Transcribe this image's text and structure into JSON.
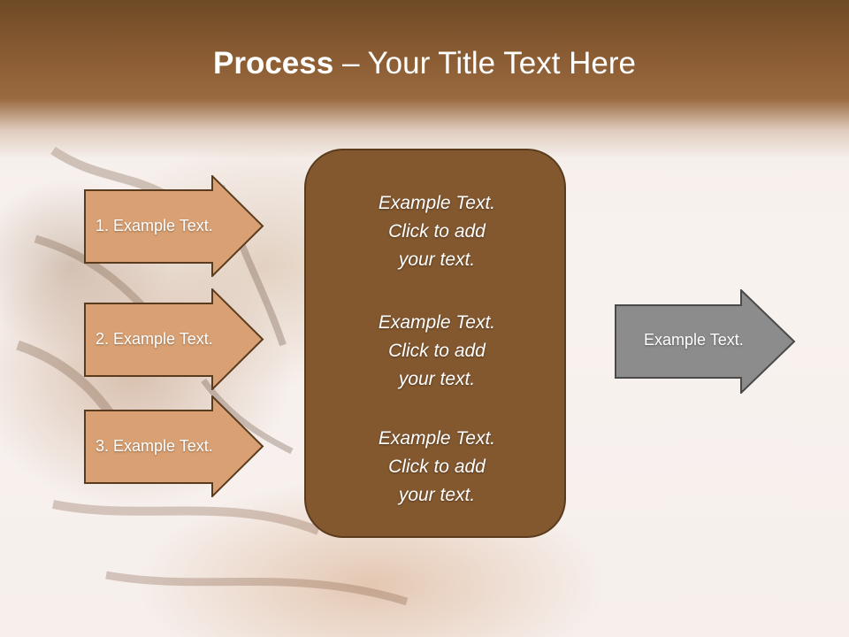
{
  "slide": {
    "title_bold": "Process",
    "title_rest": " – Your Title Text Here"
  },
  "left_arrows": [
    {
      "label": "1. Example Text."
    },
    {
      "label": "2. Example Text."
    },
    {
      "label": "3. Example Text."
    }
  ],
  "center_box": {
    "paragraphs": [
      {
        "lines": [
          "Example Text.",
          "Click  to add",
          "your text."
        ]
      },
      {
        "lines": [
          "Example Text.",
          "Click  to add",
          "your text."
        ]
      },
      {
        "lines": [
          "Example Text.",
          "Click  to add",
          "your text."
        ]
      }
    ]
  },
  "right_arrow": {
    "label": "Example Text."
  },
  "colors": {
    "header": "#8a5c33",
    "left_arrow_fill": "#d9a173",
    "center_box_fill": "#83582f",
    "right_arrow_fill": "#8c8c8c"
  }
}
